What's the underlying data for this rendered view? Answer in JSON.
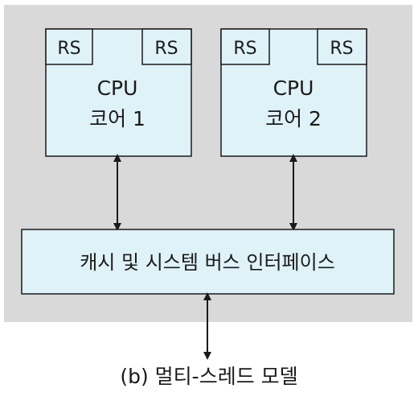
{
  "core1": {
    "rs_left": "RS",
    "rs_right": "RS",
    "title": "CPU",
    "subtitle": "코어 1"
  },
  "core2": {
    "rs_left": "RS",
    "rs_right": "RS",
    "title": "CPU",
    "subtitle": "코어 2"
  },
  "bus": {
    "label": "캐시 및 시스템 버스 인터페이스"
  },
  "caption": "(b) 멀티-스레드 모델",
  "colors": {
    "background_panel": "#d9d9d9",
    "box_fill": "#dff2f8",
    "stroke": "#1a1a1a"
  }
}
